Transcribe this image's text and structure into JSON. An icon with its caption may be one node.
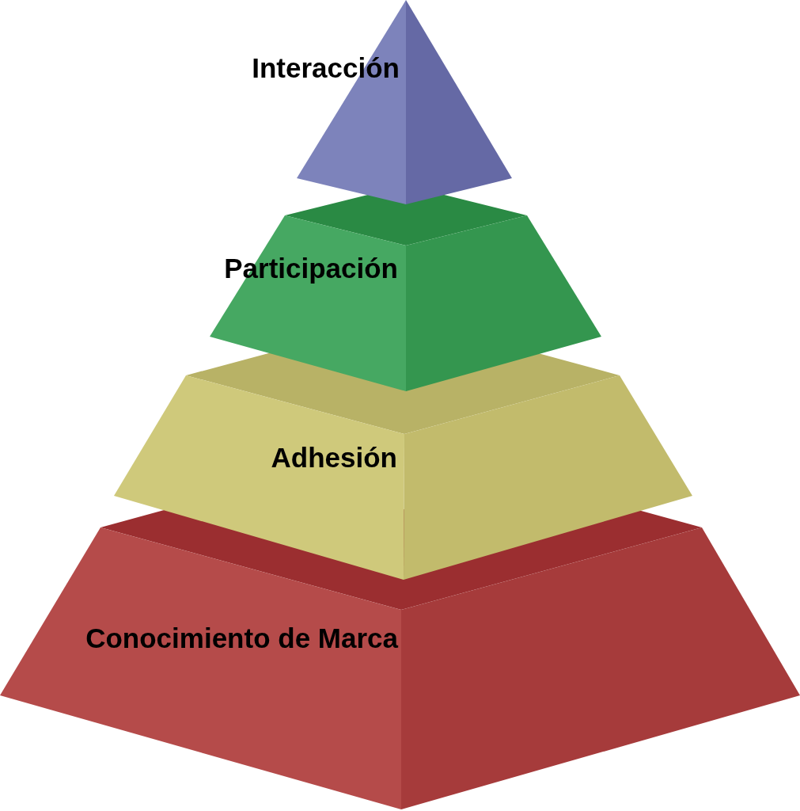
{
  "diagram": {
    "nodes": [
      {
        "text": [
          "Interacción"
        ]
      },
      {
        "text": [
          "Participación"
        ]
      },
      {
        "text": [
          "Adhesión"
        ]
      },
      {
        "text": [
          "Conocimiento de Marca"
        ]
      }
    ]
  }
}
